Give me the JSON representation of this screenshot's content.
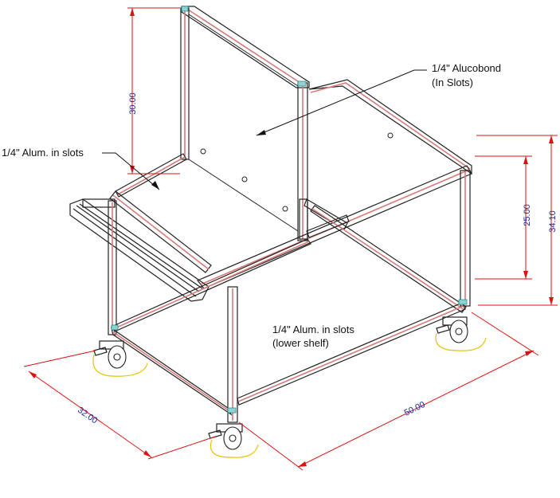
{
  "labels": {
    "alucobond_line1": "1/4\" Alucobond",
    "alucobond_line2": "(In Slots)",
    "alum_top": "1/4\" Alum. in slots",
    "alum_lower_line1": "1/4\" Alum. in slots",
    "alum_lower_line2": "(lower shelf)"
  },
  "dimensions": {
    "panel_height": "30.00",
    "shelf_height": "25.00",
    "overall_height": "34.10",
    "depth": "32.00",
    "length": "50.00"
  },
  "colors": {
    "frame": "#222222",
    "frame_inner": "#d77a7a",
    "dimension": "#dd1111",
    "dimension_text": "#1a2a9a",
    "joint": "#8fd4d4",
    "caster_swivel": "#e6c300"
  }
}
